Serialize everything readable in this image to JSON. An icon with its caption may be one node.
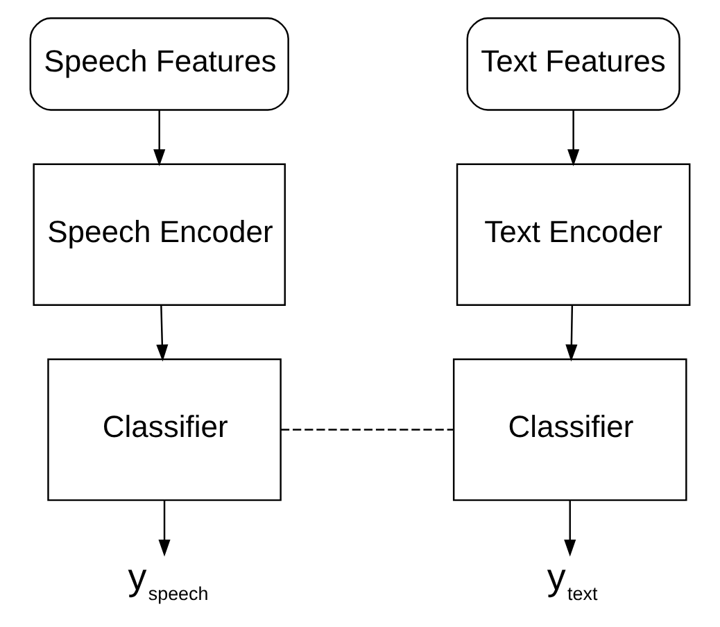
{
  "diagram": {
    "nodes": [
      {
        "text": [
          "Speech Features"
        ]
      },
      {
        "text": [
          "Speech Encoder"
        ]
      },
      {
        "text": [
          "Classifier"
        ]
      },
      {
        "text": [
          "y$_{speech}$"
        ]
      },
      {
        "text": [
          "Text Features"
        ]
      },
      {
        "text": [
          "Text Encoder"
        ]
      },
      {
        "text": [
          "Classifier"
        ]
      },
      {
        "text": [
          "y$_{text}$"
        ]
      }
    ],
    "edges": [
      {
        "from": 0,
        "to": 1,
        "arrow": "to"
      },
      {
        "from": 1,
        "to": 2,
        "arrow": "to"
      },
      {
        "from": 2,
        "to": 3,
        "arrow": "to"
      },
      {
        "from": 4,
        "to": 5,
        "arrow": "to"
      },
      {
        "from": 5,
        "to": 6,
        "arrow": "to"
      },
      {
        "from": 6,
        "to": 7,
        "arrow": "to"
      },
      {
        "from": 2,
        "to": 6,
        "arrow": "none",
        "style": "dashed"
      }
    ]
  }
}
